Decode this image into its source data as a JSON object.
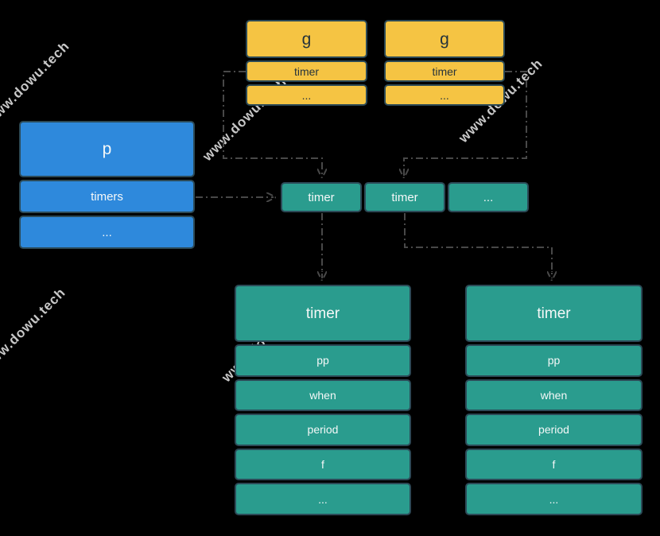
{
  "watermark": {
    "text": "www.dowu.tech"
  },
  "colors": {
    "background": "#000000",
    "yellow": "#f5c443",
    "blue": "#2e89dc",
    "teal": "#2a9c8e",
    "border": "#2c4a57",
    "line": "#484848",
    "watermark": "#dadada"
  },
  "g1": {
    "title": "g",
    "fields": [
      "timer",
      "..."
    ]
  },
  "g2": {
    "title": "g",
    "fields": [
      "timer",
      "..."
    ]
  },
  "p": {
    "title": "p",
    "fields": [
      "timers",
      "..."
    ]
  },
  "timers_array": {
    "cells": [
      "timer",
      "timer",
      "..."
    ]
  },
  "timer1": {
    "title": "timer",
    "fields": [
      "pp",
      "when",
      "period",
      "f",
      "..."
    ]
  },
  "timer2": {
    "title": "timer",
    "fields": [
      "pp",
      "when",
      "period",
      "f",
      "..."
    ]
  }
}
